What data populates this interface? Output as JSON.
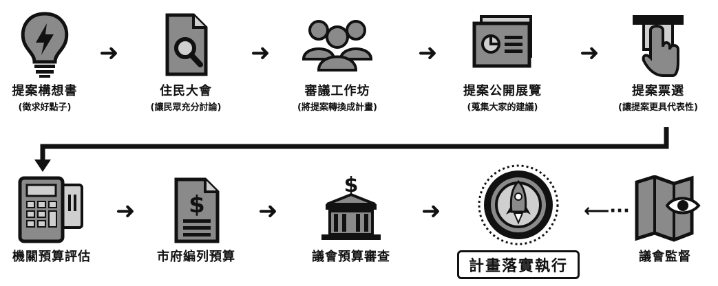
{
  "row1": [
    {
      "icon": "lightbulb-icon",
      "label": "提案構想書",
      "sub": "(徵求好點子)"
    },
    {
      "icon": "document-search-icon",
      "label": "住民大會",
      "sub": "(讓民眾充分討論)"
    },
    {
      "icon": "people-group-icon",
      "label": "審議工作坊",
      "sub": "(將提案轉換成計畫)"
    },
    {
      "icon": "presentation-board-icon",
      "label": "提案公開展覽",
      "sub": "(蒐集大家的建議)"
    },
    {
      "icon": "ballot-vote-icon",
      "label": "提案票選",
      "sub": "(讓提案更具代表性)"
    }
  ],
  "row2": [
    {
      "icon": "calculator-icon",
      "label": "機關預算評估"
    },
    {
      "icon": "budget-document-icon",
      "label": "市府編列預算"
    },
    {
      "icon": "council-building-icon",
      "label": "議會預算審查"
    },
    {
      "icon": "rocket-badge-icon",
      "label": "計畫落實執行"
    },
    {
      "icon": "map-eye-icon",
      "label": "議會監督"
    }
  ],
  "colors": {
    "ink": "#111111",
    "fill": "#8a8a8a",
    "light": "#cfcfcf"
  }
}
